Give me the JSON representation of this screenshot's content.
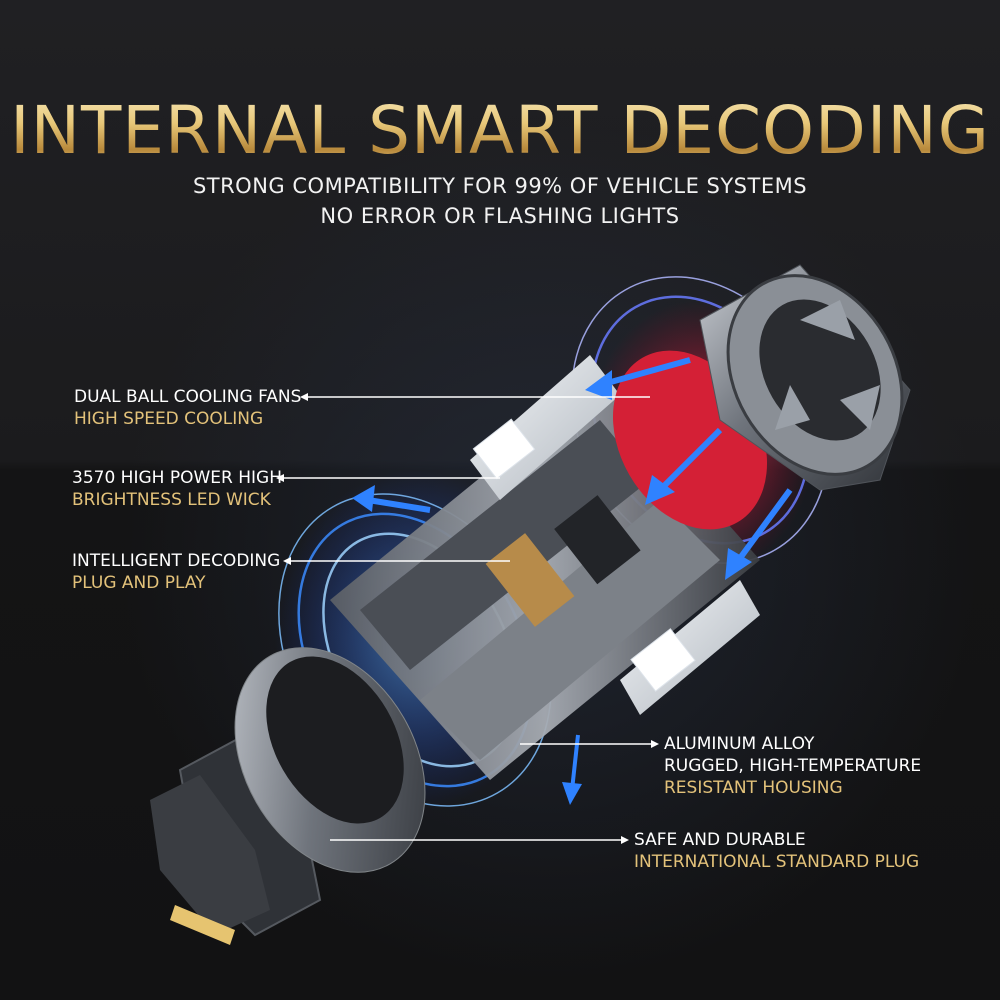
{
  "title": "INTERNAL SMART DECODING",
  "subtitle_line1": "STRONG COMPATIBILITY FOR 99% OF VEHICLE SYSTEMS",
  "subtitle_line2": "NO ERROR OR FLASHING LIGHTS",
  "callouts": {
    "fans": {
      "line1": "DUAL BALL COOLING FANS",
      "line2": "HIGH SPEED COOLING"
    },
    "led": {
      "line1": "3570 HIGH POWER HIGH",
      "line2": "BRIGHTNESS LED WICK"
    },
    "decoding": {
      "line1": "INTELLIGENT DECODING",
      "line2": "PLUG AND PLAY"
    },
    "housing": {
      "line1": "ALUMINUM ALLOY",
      "line2": "RUGGED, HIGH-TEMPERATURE",
      "line3": "RESISTANT HOUSING"
    },
    "plug": {
      "line1": "SAFE AND DURABLE",
      "line2": "INTERNATIONAL STANDARD PLUG"
    }
  },
  "colors": {
    "gold": "#e3c27a",
    "white": "#ffffff",
    "blue_glow": "#2a7cff",
    "red_glow": "#ff2040"
  }
}
